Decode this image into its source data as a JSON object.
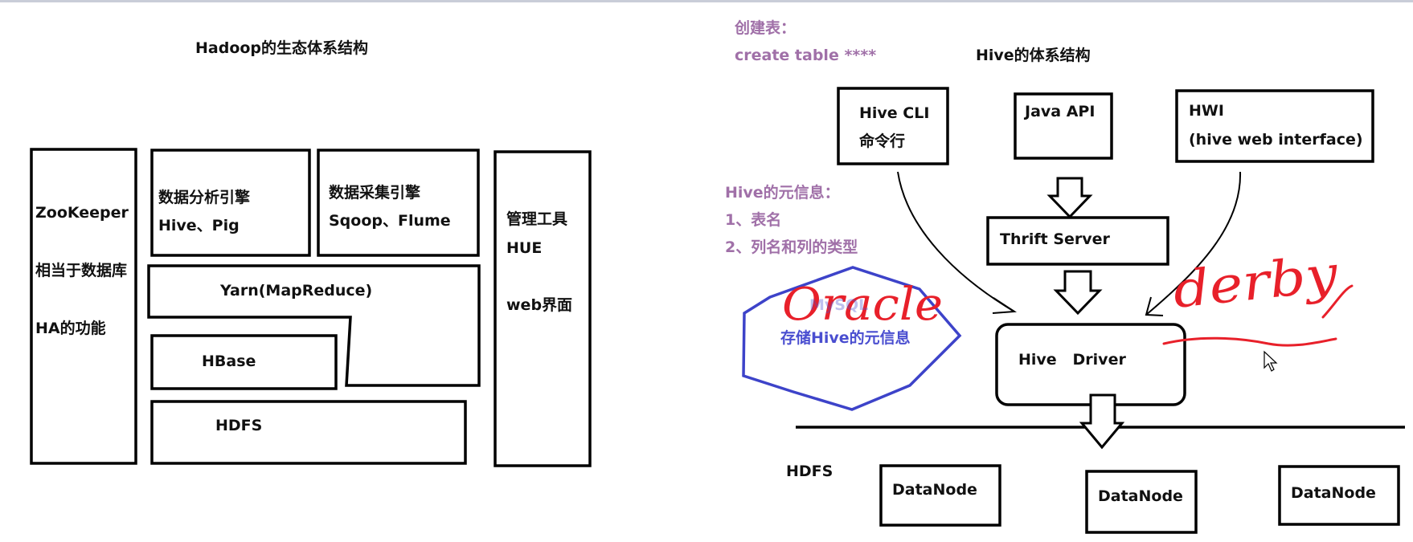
{
  "colors": {
    "ink": "#000000",
    "note_purple": "#a070a8",
    "metastore_blue": "#3d43c9",
    "annotation_red": "#e8202a",
    "topbar": "#c9cdd8"
  },
  "left": {
    "title": "Hadoop的生态体系结构",
    "zookeeper": {
      "line1": "ZooKeeper",
      "line2": "相当于数据库",
      "line3": "HA的功能"
    },
    "analysis": {
      "line1": "数据分析引擎",
      "line2": "Hive、Pig"
    },
    "collection": {
      "line1": "数据采集引擎",
      "line2": "Sqoop、Flume"
    },
    "management": {
      "line1": "管理工具",
      "line2": "HUE",
      "line3": "web界面"
    },
    "yarn": "Yarn(MapReduce)",
    "hbase": "HBase",
    "hdfs": "HDFS"
  },
  "right": {
    "note": {
      "line1": "创建表：",
      "line2": "create table ****"
    },
    "title": "Hive的体系结构",
    "hive_cli": {
      "line1": "Hive CLI",
      "line2": "命令行"
    },
    "java_api": "Java API",
    "hwi": {
      "line1": "HWI",
      "line2": "(hive web interface)"
    },
    "metadata_note": {
      "line1": "Hive的元信息：",
      "line2": "1、表名",
      "line3": "2、列名和列的类型"
    },
    "thrift_server": "Thrift Server",
    "metastore": {
      "line1": "MySQL",
      "line2": "存储Hive的元信息"
    },
    "handwritten_oracle": "Oracle",
    "handwritten_derby": "derby",
    "hive_driver": "Hive   Driver",
    "hdfs_label": "HDFS",
    "datanodes": [
      "DataNode",
      "DataNode",
      "DataNode"
    ]
  }
}
